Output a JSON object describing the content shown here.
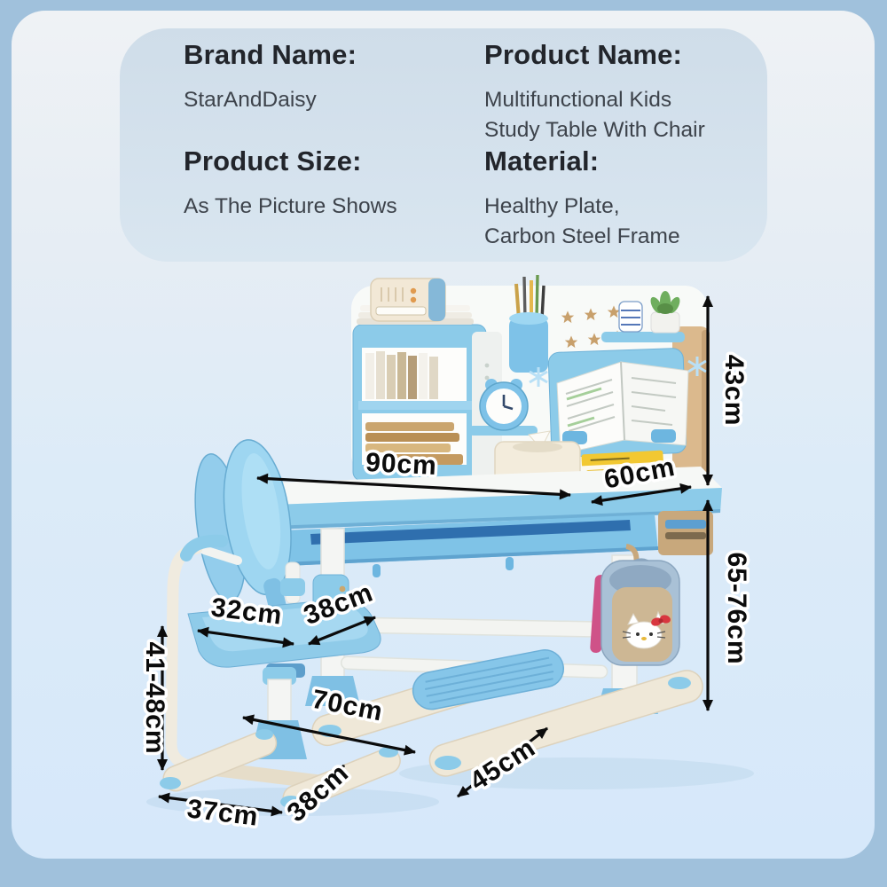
{
  "card": {
    "brand_label": "Brand Name:",
    "brand_value": "StarAndDaisy",
    "product_name_label": "Product Name:",
    "product_name_line1": "Multifunctional Kids",
    "product_name_line2": "Study Table With Chair",
    "size_label": "Product Size:",
    "size_value": "As The Picture Shows",
    "material_label": "Material:",
    "material_line1": "Healthy Plate,",
    "material_line2": "Carbon Steel Frame"
  },
  "dimensions": {
    "hutch_height": "43cm",
    "desktop_width": "90cm",
    "desktop_depth": "60cm",
    "desk_height_range": "65-76cm",
    "seat_width": "32cm",
    "seat_depth": "38cm",
    "chair_height_range": "41-48cm",
    "leg_span": "70cm",
    "chair_base_width": "37cm",
    "chair_base_depth": "38cm",
    "desk_base_depth": "45cm"
  },
  "colors": {
    "frame_border": "#a0c1dc",
    "canvas_top": "#eff2f5",
    "canvas_bottom": "#d6e8fa",
    "info_card": "#d3e0ea",
    "accent_blue": "#8ccbe9",
    "cream": "#efe8d8",
    "wood_tan": "#dbb98d",
    "heading_text": "#22252b",
    "body_text": "#3d434b",
    "dimension_text": "#0b0b0b"
  }
}
